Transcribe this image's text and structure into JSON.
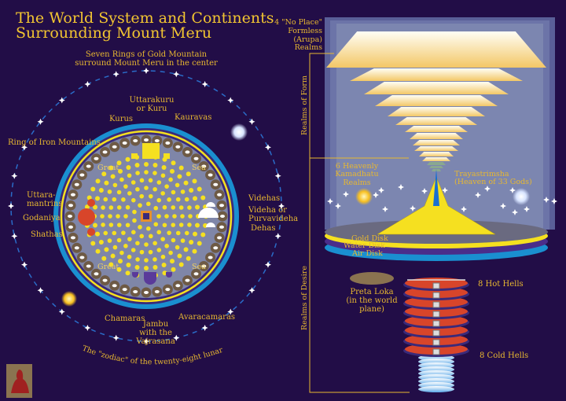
{
  "title": [
    "The World System and Continents",
    "Surrounding Mount Meru"
  ],
  "left": {
    "gold_rings": [
      "Seven Rings of Gold Mountain",
      "surround Mount Meru in the center"
    ],
    "north": [
      "Uttarakuru",
      "or Kuru"
    ],
    "kurus": "Kurus",
    "kauravas": "Kauravas",
    "iron_ring": "Ring of Iron Mountains",
    "great_sea": [
      "Great",
      "Sea",
      "Great",
      "Sea"
    ],
    "west": {
      "uttara": [
        "Uttara-",
        "mantrins"
      ],
      "godaniya": "Godaniya",
      "shathas": "Shathas"
    },
    "east": {
      "videhas": "Videhas",
      "videha": [
        "Videha or",
        "Purvavideha"
      ],
      "dehas": "Dehas"
    },
    "south": {
      "chamaras": "Chamaras",
      "avaracamaras": "Avaracamaras",
      "jambu": [
        "Jambu",
        "with the",
        "Vajrasana"
      ]
    },
    "zodiac": "The \"zodiac\" of the twenty-eight lunar mansions"
  },
  "right": {
    "formless": [
      "4 \"No Place\"",
      "Formless",
      "(Arupa)",
      "Realms"
    ],
    "realms_form": "Realms of Form",
    "realms_desire": "Realms of Desire",
    "kamadhatu": [
      "6 Heavenly",
      "Kamadhatu",
      "Realms"
    ],
    "trayastrimsha": [
      "Trayastrimsha",
      "(Heaven of 33 Gods)"
    ],
    "disks": [
      "Gold Disk",
      "Water Disk",
      "Air Disk"
    ],
    "preta": [
      "Preta Loka",
      "(in the world",
      "plane)"
    ],
    "hot_hells": "8 Hot Hells",
    "cold_hells": "8 Cold Hells"
  },
  "colors": {
    "background": "#220d47",
    "gold": "#f2c531",
    "ocean": "#1a8fd0",
    "sea": "#7f86a8",
    "hell": "#d8452a",
    "panel": "#7c86b0"
  }
}
